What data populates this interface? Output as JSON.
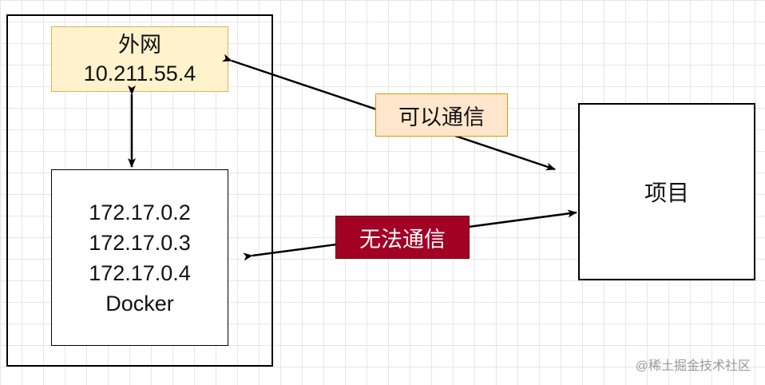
{
  "external_network": {
    "title": "外网",
    "ip": "10.211.55.4"
  },
  "docker": {
    "ips": [
      "172.17.0.2",
      "172.17.0.3",
      "172.17.0.4"
    ],
    "name": "Docker"
  },
  "project": {
    "label": "项目"
  },
  "edges": {
    "can_communicate": "可以通信",
    "cannot_communicate": "无法通信"
  },
  "watermark": "@稀土掘金技术社区",
  "colors": {
    "extnet_fill": "#fff2cc",
    "extnet_border": "#d6b656",
    "can_fill": "#ffe6cc",
    "can_border": "#d79b00",
    "cannot_fill": "#a20025",
    "line": "#000000"
  }
}
